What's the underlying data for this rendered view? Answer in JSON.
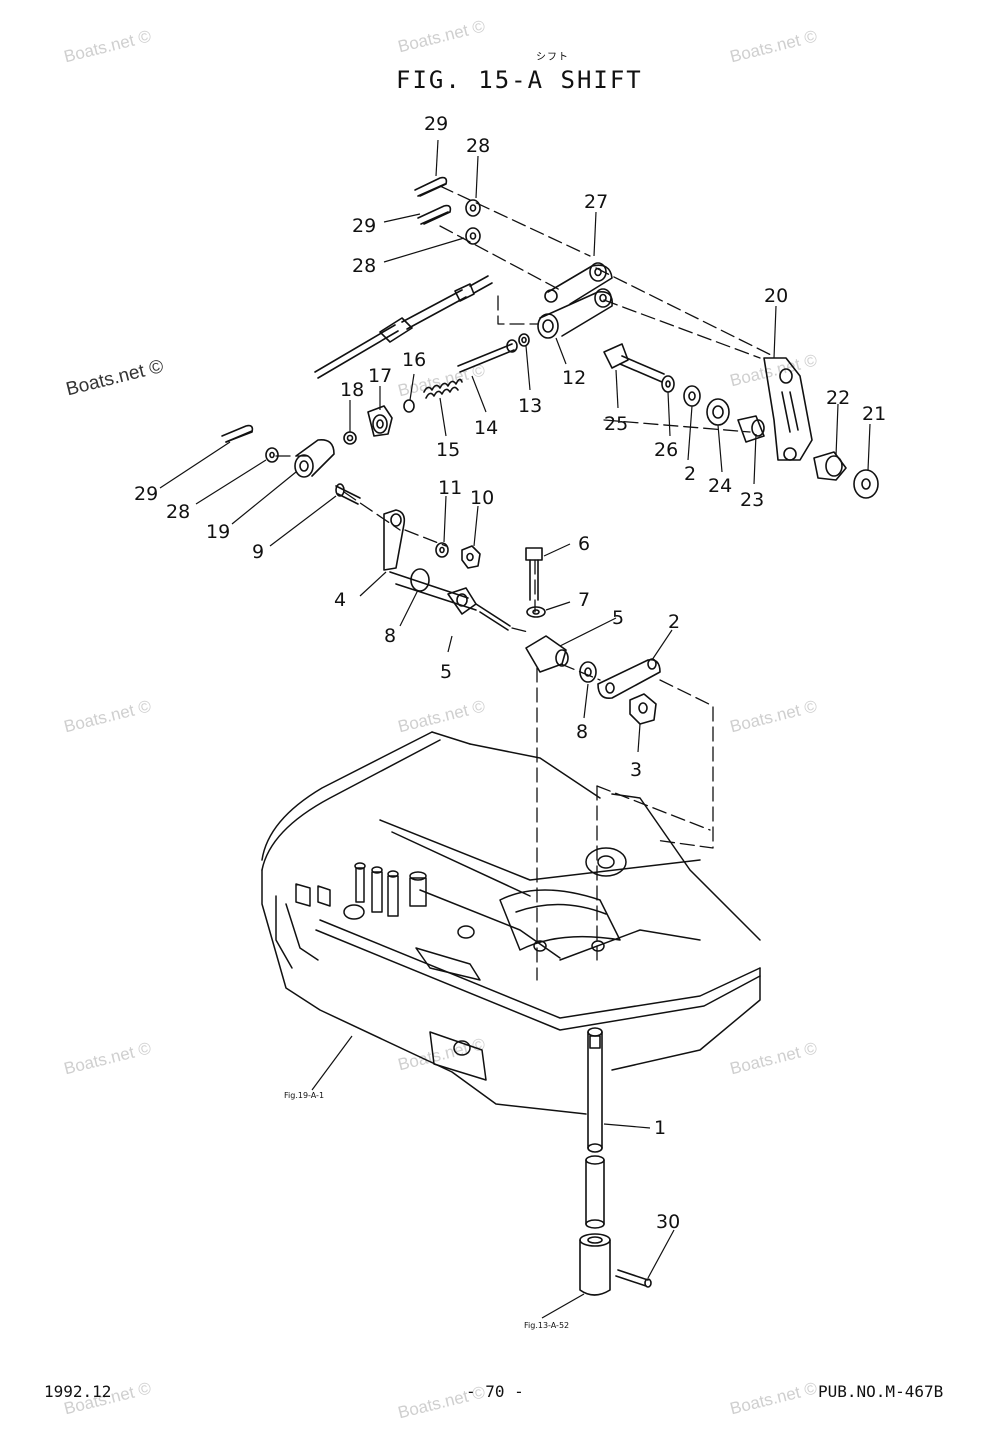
{
  "header": {
    "furigana": "シフト",
    "title": "FIG. 15-A SHIFT"
  },
  "watermark": {
    "text": "Boats.net ©"
  },
  "callouts": [
    "29",
    "28",
    "29",
    "28",
    "27",
    "20",
    "12",
    "13",
    "16",
    "17",
    "18",
    "14",
    "15",
    "25",
    "26",
    "2",
    "24",
    "23",
    "22",
    "21",
    "29",
    "28",
    "19",
    "9",
    "11",
    "10",
    "6",
    "4",
    "8",
    "5",
    "7",
    "5",
    "2",
    "8",
    "3",
    "1",
    "30"
  ],
  "references": {
    "cowling": "Fig.19-A-1",
    "lower": "Fig.13-A-52"
  },
  "footer": {
    "date": "1992.12",
    "page": "- 70 -",
    "pub": "PUB.NO.M-467B"
  }
}
